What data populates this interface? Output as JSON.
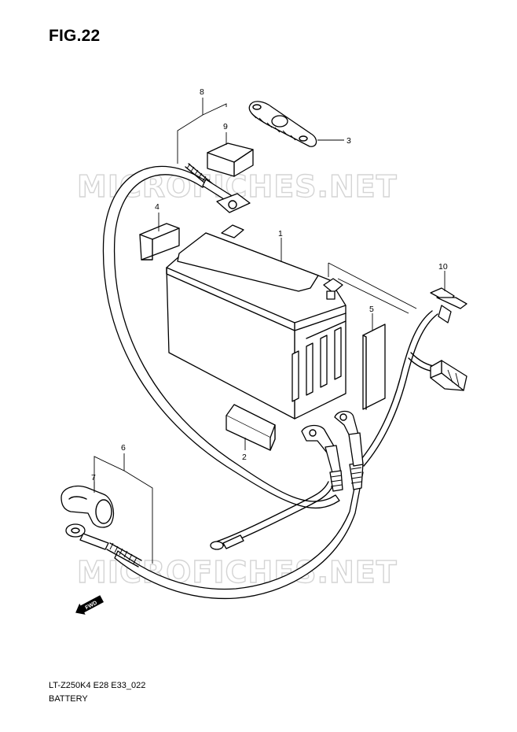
{
  "figure": {
    "title": "FIG.22"
  },
  "watermarks": [
    "MICROFICHES.NET",
    "MICROFICHES.NET"
  ],
  "callouts": [
    "1",
    "2",
    "3",
    "4",
    "5",
    "6",
    "7",
    "8",
    "9",
    "10"
  ],
  "direction_badge": "FWD",
  "footer": {
    "code": "LT-Z250K4 E28 E33_022",
    "name": "BATTERY"
  }
}
